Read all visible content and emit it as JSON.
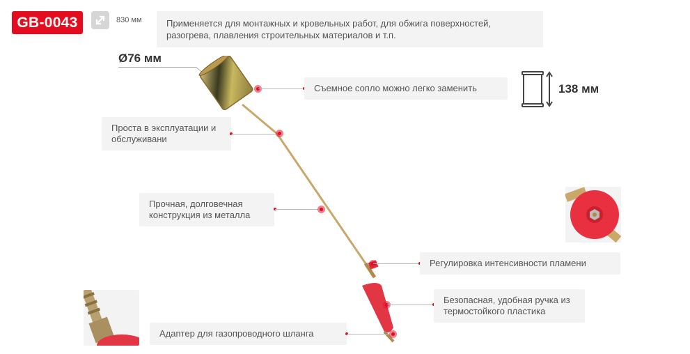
{
  "product": {
    "code": "GB-0043",
    "length_icon": "diagonal-arrows-icon",
    "length": "830 мм",
    "description": "Применяется для монтажных и кровельных работ, для обжига поверхностей, разогрева, плавления строительных материалов и т.п.",
    "nozzle_diameter": "Ø76 мм",
    "nozzle_height": "138 мм"
  },
  "features": [
    {
      "text": "Съемное сопло можно легко заменить"
    },
    {
      "text": "Проста в эксплуатации и обслуживани"
    },
    {
      "text": "Прочная, долговечная конструкция из металла"
    },
    {
      "text": "Регулировка интенсивности пламени"
    },
    {
      "text": "Безопасная, удобная ручка из термостойкого пластика"
    },
    {
      "text": "Адаптер для газопроводного шланга"
    }
  ],
  "colors": {
    "accent": "#e30d1f",
    "box": "#f3f3f3",
    "brass": "#c9a86a"
  }
}
